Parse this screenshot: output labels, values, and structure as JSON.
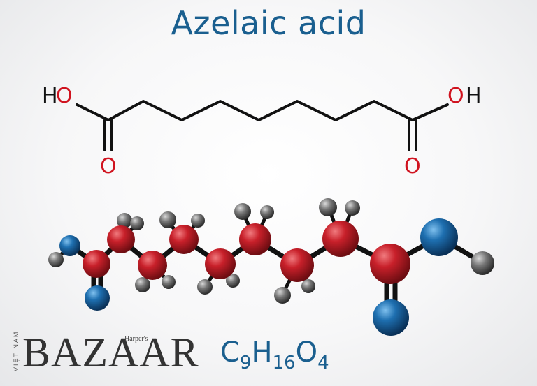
{
  "title": "Azelaic acid",
  "structure": {
    "left_label_h": "H",
    "left_label_o": "O",
    "right_label_o": "O",
    "right_label_h": "H",
    "carbonyl_left": "O",
    "carbonyl_right": "O"
  },
  "formula": {
    "c": "C",
    "c_n": "9",
    "h": "H",
    "h_n": "16",
    "o": "O",
    "o_n": "4"
  },
  "brand": {
    "vertical": "VIỆT NAM",
    "name": "BAZAAR",
    "small": "Harper's"
  },
  "colors": {
    "title": "#1a5f8f",
    "oxygen_label": "#d0131f",
    "carbon_atom": "#c2202a",
    "oxygen_atom": "#1e6fb0",
    "hydrogen_atom": "#6a6a6a",
    "bond": "#111111"
  }
}
